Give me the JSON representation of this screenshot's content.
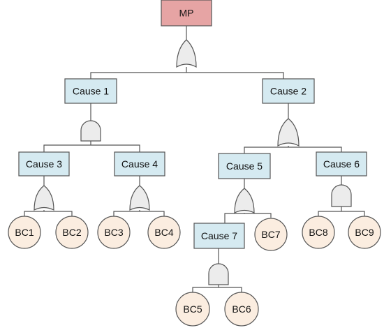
{
  "colors": {
    "top_fill": "#e6a4a4",
    "box_fill": "#d5eaf1",
    "circle_fill": "#fbede0",
    "gate_fill": "#ececec",
    "stroke": "#555555"
  },
  "top_event": {
    "label": "MP"
  },
  "causes": {
    "cause1": "Cause 1",
    "cause2": "Cause 2",
    "cause3": "Cause 3",
    "cause4": "Cause 4",
    "cause5": "Cause 5",
    "cause6": "Cause 6",
    "cause7": "Cause 7"
  },
  "basic_causes": {
    "bc1": "BC1",
    "bc2": "BC2",
    "bc3": "BC3",
    "bc4": "BC4",
    "bc5": "BC5",
    "bc6": "BC6",
    "bc7": "BC7",
    "bc8": "BC8",
    "bc9": "BC9"
  },
  "gates": {
    "mp": "or",
    "cause1": "and",
    "cause2": "or",
    "cause3": "or",
    "cause4": "or",
    "cause5": "or",
    "cause6": "and",
    "cause7": "and"
  }
}
